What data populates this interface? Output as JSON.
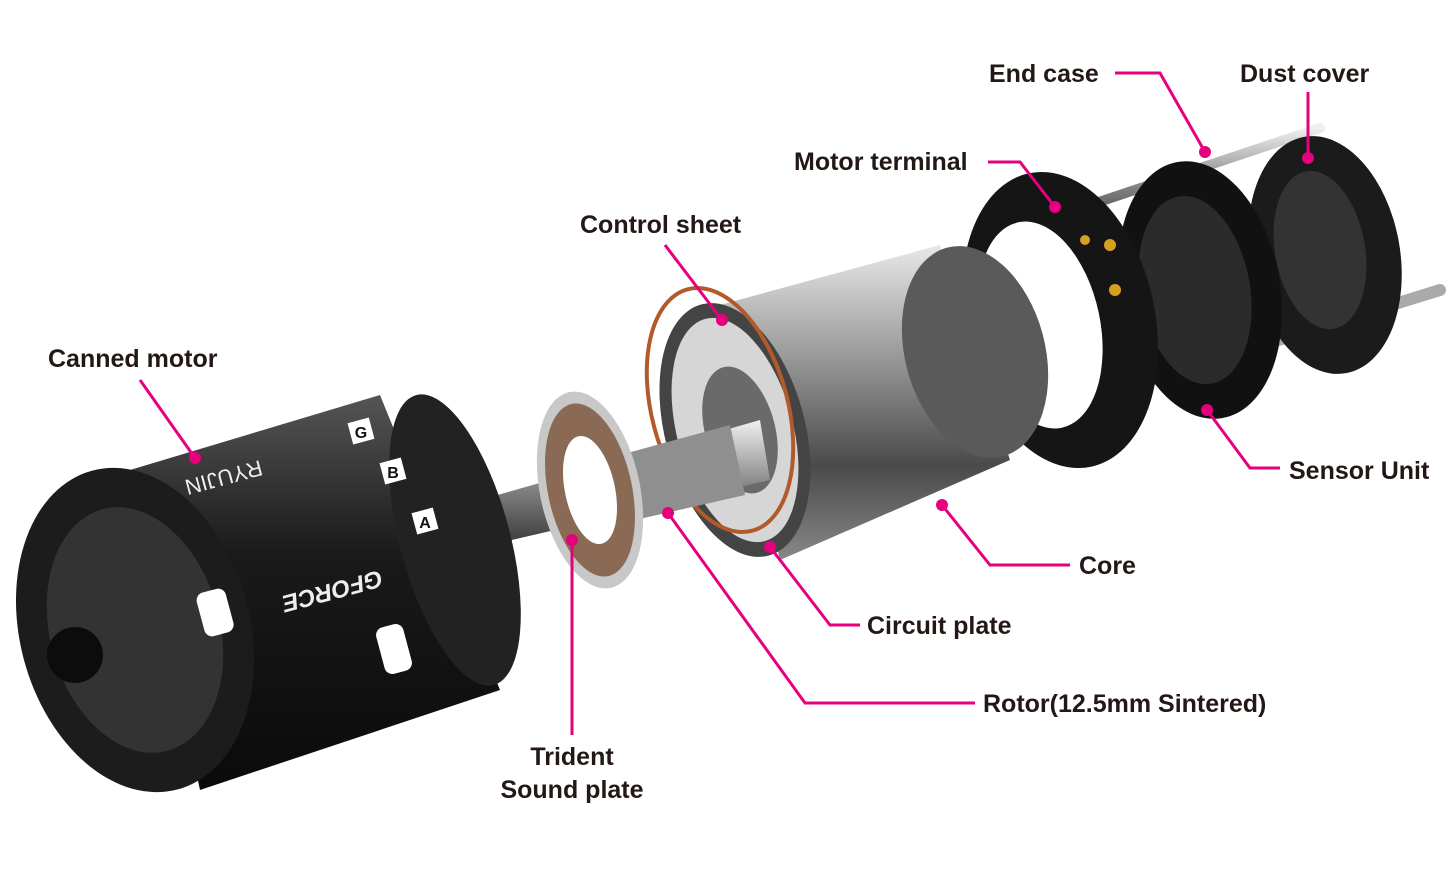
{
  "title": "Motor exploded view",
  "accent_color": "#e6007e",
  "labels": {
    "end_case": "End case",
    "dust_cover": "Dust cover",
    "motor_terminal": "Motor terminal",
    "control_sheet": "Control sheet",
    "canned_motor": "Canned motor",
    "sensor_unit": "Sensor Unit",
    "core": "Core",
    "circuit_plate": "Circuit plate",
    "rotor": "Rotor(12.5mm Sintered)",
    "trident_line1": "Trident",
    "trident_line2": "Sound plate"
  },
  "can_markings": {
    "brand": "GFORCE",
    "model": "RYUJIN",
    "letters": [
      "G",
      "B",
      "A"
    ]
  }
}
